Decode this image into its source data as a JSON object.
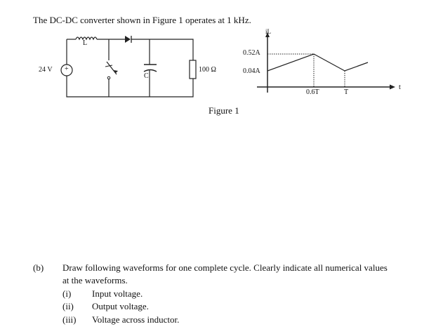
{
  "intro": "The DC-DC converter shown in Figure 1 operates at 1 kHz.",
  "circuit": {
    "inductor_label": "L",
    "source_label": "24 V",
    "source_sign": "+",
    "capacitor_label": "C",
    "resistor_label": "100 Ω"
  },
  "graph": {
    "axis_label": "iL",
    "y_high": "0.52A",
    "y_low": "0.04A",
    "x_mark1": "0.6T",
    "x_mark2": "T",
    "x_axis_label": "t",
    "waveform": {
      "i_max": 0.52,
      "i_min": 0.04,
      "t_peak": 0.6,
      "period": 1
    }
  },
  "figure_caption": "Figure 1",
  "question": {
    "label": "(b)",
    "text_line1": "Draw following waveforms for one complete cycle. Clearly indicate all numerical values",
    "text_line2": "at the waveforms.",
    "items": [
      {
        "num": "(i)",
        "text": "Input voltage."
      },
      {
        "num": "(ii)",
        "text": "Output voltage."
      },
      {
        "num": "(iii)",
        "text": "Voltage across inductor."
      }
    ]
  }
}
